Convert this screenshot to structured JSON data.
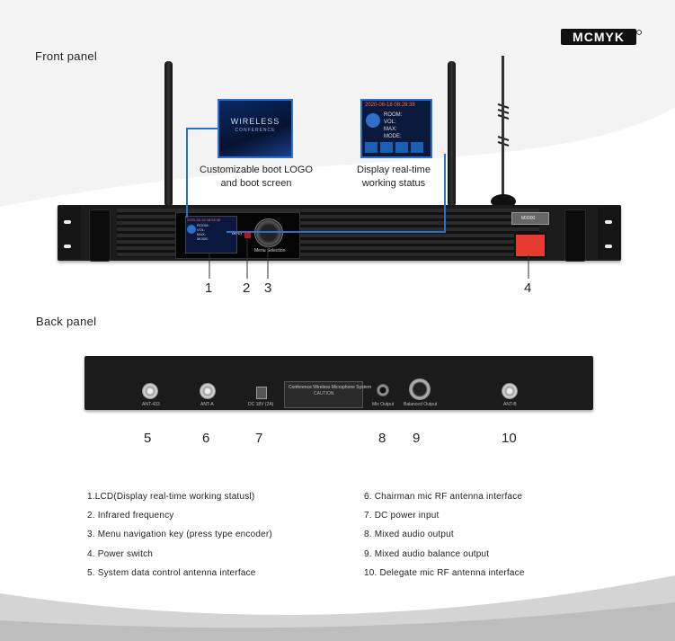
{
  "brand": {
    "logo_text": "MCMYK"
  },
  "front_panel": {
    "title": "Front panel",
    "callouts": [
      {
        "caption_line1": "Customizable boot LOGO",
        "caption_line2": "and boot screen",
        "screen_line1": "WIRELESS",
        "screen_line2": "CONFERENCE"
      },
      {
        "caption_line1": "Display real-time",
        "caption_line2": "working status",
        "screen_time": "2020-08-18  08:28:38",
        "rows": [
          "ROOM:",
          "VOL:",
          "MAX:",
          "MODE:"
        ]
      }
    ],
    "lcd": {
      "time": "2020-08-18  08:28:38",
      "rows": [
        "ROOM:",
        "VOL:",
        "MAX:",
        "MODE:"
      ]
    },
    "ir_label": "IR-o)",
    "knob_label": "Menu Selection",
    "badge": "M3000",
    "numbers": [
      "1",
      "2",
      "3",
      "4"
    ]
  },
  "back_panel": {
    "title": "Back panel",
    "port_labels": [
      "ANT-433",
      "ANT-A",
      "DC 18V (2A)",
      "Mix Output",
      "Balanced Output",
      "ANT-B"
    ],
    "center_label_line1": "Conference Wireless Microphone System",
    "center_label_line2": "CAUTION",
    "numbers": [
      "5",
      "6",
      "7",
      "8",
      "9",
      "10"
    ]
  },
  "legend": {
    "left": [
      "1.LCD(Display real-time working statusl)",
      "2. Infrared frequency",
      "3. Menu navigation key (press type encoder)",
      "4. Power switch",
      "5. System data control antenna interface"
    ],
    "right": [
      "6. Chairman mic RF antenna interface",
      "7. DC power input",
      "8. Mixed audio  output",
      "9. Mixed audio balance output",
      "10.  Delegate mic RF antenna interface"
    ]
  },
  "colors": {
    "accent": "#2e6fc9",
    "power": "#e63b2e",
    "device": "#1c1c1c"
  }
}
